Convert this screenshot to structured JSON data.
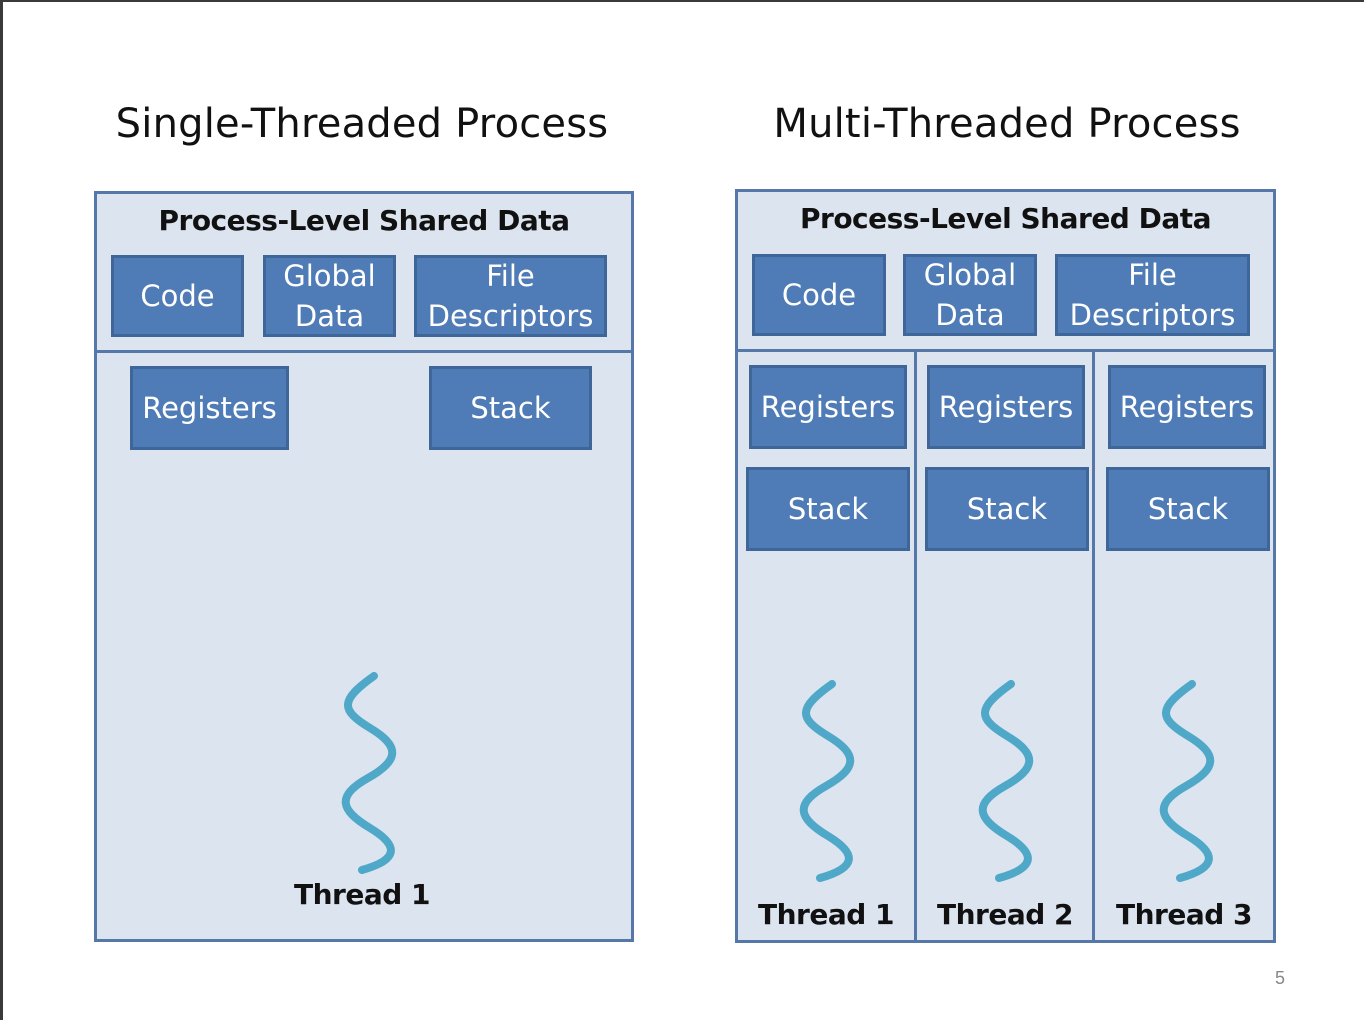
{
  "single": {
    "title": "Single-Threaded Process",
    "shared_header": "Process-Level Shared Data",
    "code": "Code",
    "global_data": "Global\nData",
    "file_descriptors": "File\nDescriptors",
    "registers": "Registers",
    "stack": "Stack",
    "thread": "Thread 1"
  },
  "multi": {
    "title": "Multi-Threaded Process",
    "shared_header": "Process-Level Shared Data",
    "code": "Code",
    "global_data": "Global\nData",
    "file_descriptors": "File\nDescriptors",
    "threads": [
      {
        "registers": "Registers",
        "stack": "Stack",
        "label": "Thread 1"
      },
      {
        "registers": "Registers",
        "stack": "Stack",
        "label": "Thread 2"
      },
      {
        "registers": "Registers",
        "stack": "Stack",
        "label": "Thread 3"
      }
    ]
  },
  "colors": {
    "box_fill": "#4f7bb6",
    "panel_fill": "#dce4f0",
    "border": "#5578a8",
    "thread_squiggle": "#4fa8c8"
  },
  "icons": {
    "thread": "thread-squiggle-icon"
  },
  "page_number": "5"
}
